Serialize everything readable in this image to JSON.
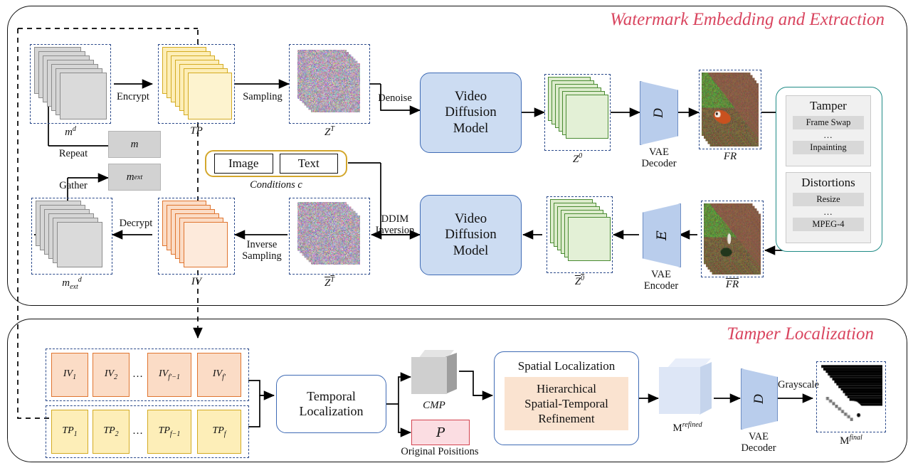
{
  "panels": {
    "top": {
      "title": "Watermark Embedding and Extraction"
    },
    "bottom": {
      "title": "Tamper Localization"
    }
  },
  "top_flow": {
    "md_caption": "m",
    "md_caption_sup": "d",
    "tp_caption": "TP",
    "zt_caption": "Z",
    "zt_caption_sup": "T",
    "z0_caption": "Z",
    "z0_caption_sup": "0",
    "fr_caption": "FR",
    "zt_bar_caption": "Z",
    "zt_bar_sup": "T",
    "z0_bar_caption": "Z",
    "z0_bar_sup": "0",
    "fr_bar_caption": "FR",
    "iv_caption": "IV",
    "mext_d_caption": "m",
    "mext_d_sub": "ext",
    "mext_d_sup": "d",
    "arrow_encrypt": "Encrypt",
    "arrow_sampling": "Sampling",
    "arrow_denoise": "Denoise",
    "arrow_repeat": "Repeat",
    "arrow_gather": "Gather",
    "arrow_decrypt": "Decrypt",
    "arrow_inverse_sampling_l1": "Inverse",
    "arrow_inverse_sampling_l2": "Sampling",
    "arrow_ddim_l1": "DDIM",
    "arrow_ddim_l2": "Inversion",
    "chip_m": "m",
    "chip_mext": "m",
    "chip_mext_sub": "ext",
    "vdm_top": "Video\nDiffusion\nModel",
    "vdm_bottom": "Video\nDiffusion\nModel",
    "vae_decoder_symbol": "D",
    "vae_decoder_l1": "VAE",
    "vae_decoder_l2": "Decoder",
    "vae_encoder_symbol": "E",
    "vae_encoder_l1": "VAE",
    "vae_encoder_l2": "Encoder"
  },
  "conditions": {
    "image_label": "Image",
    "text_label": "Text",
    "caption": "Conditions c"
  },
  "attacks": {
    "tamper": {
      "title": "Tamper",
      "items": [
        "Frame Swap",
        "Inpainting"
      ],
      "ellipsis": "..."
    },
    "distortions": {
      "title": "Distortions",
      "items": [
        "Resize",
        "MPEG-4"
      ],
      "ellipsis": "..."
    }
  },
  "bottom_flow": {
    "iv_tiles": [
      "IV|1",
      "IV|2",
      "IV|f'−1",
      "IV|f'"
    ],
    "tp_tiles": [
      "TP|1",
      "TP|2",
      "TP|f−1",
      "TP|f"
    ],
    "ellipsis": "…",
    "temporal_localization": "Temporal\nLocalization",
    "cmp_caption": "CMP",
    "p_symbol": "P",
    "p_caption": "Original Poisitions",
    "spatial_localization_title": "Spatial Localization",
    "spatial_localization_body": "Hierarchical\nSpatial-Temporal\nRefinement",
    "m_refined_caption": "M",
    "m_refined_sup": "refined",
    "vae_decoder_symbol": "D",
    "vae_decoder_l1": "VAE",
    "vae_decoder_l2": "Decoder",
    "arrow_grayscale": "Grayscale",
    "m_final_caption": "M",
    "m_final_sup": "final"
  },
  "colors": {
    "title_red": "#d9455f",
    "dashed_blue": "#2b4a8b",
    "vdm_fill": "#ccdcf2",
    "vdm_stroke": "#3f6bb5",
    "tp_yellow_fill": "#fdeeb8",
    "tp_yellow_stroke": "#d4ab22",
    "iv_orange_fill": "#fbdcc6",
    "iv_orange_stroke": "#e0752f",
    "latent_green_fill": "#ddeccd",
    "latent_green_stroke": "#4a8b32",
    "grey_fill": "#d2d2d2",
    "attack_stroke": "#1f8b86",
    "p_fill": "#fbdde2",
    "p_stroke": "#d3424f",
    "cond_stroke": "#d3a72c",
    "refine_fill": "#fae3d0"
  }
}
